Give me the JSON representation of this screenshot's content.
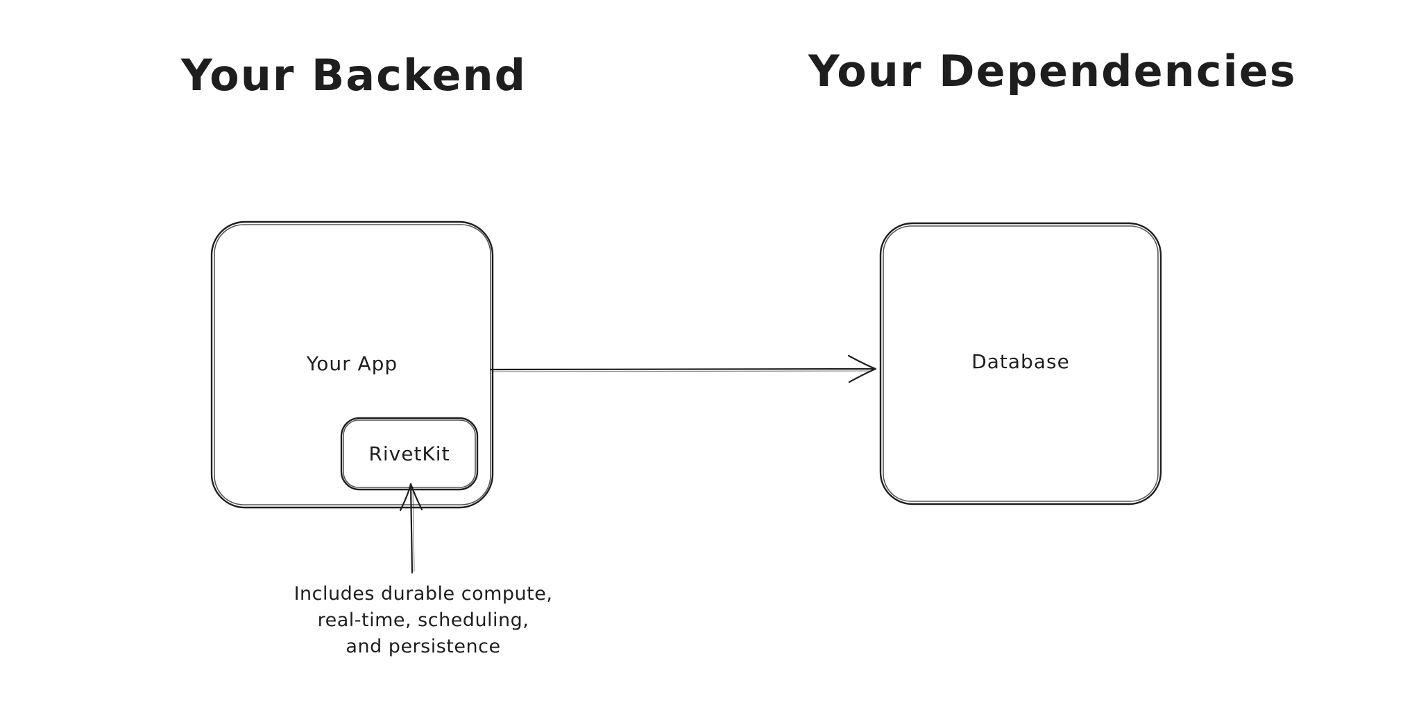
{
  "canvas": {
    "background_color": "#ffffff",
    "stroke_color": "#1e1e1e",
    "text_color": "#1e1e1e",
    "style": "hand-drawn-sketch"
  },
  "headings": {
    "left": "Your Backend",
    "right": "Your Dependencies"
  },
  "nodes": {
    "your_app": {
      "label": "Your App"
    },
    "rivetkit": {
      "label": "RivetKit"
    },
    "database": {
      "label": "Database"
    }
  },
  "annotation": {
    "lines": [
      "Includes durable compute,",
      "real-time, scheduling,",
      "and persistence"
    ]
  },
  "arrows": {
    "app_to_database": {
      "from": "your_app",
      "to": "database",
      "direction": "right"
    },
    "annotation_to_rivetkit": {
      "from": "annotation",
      "to": "rivetkit",
      "direction": "up"
    }
  }
}
